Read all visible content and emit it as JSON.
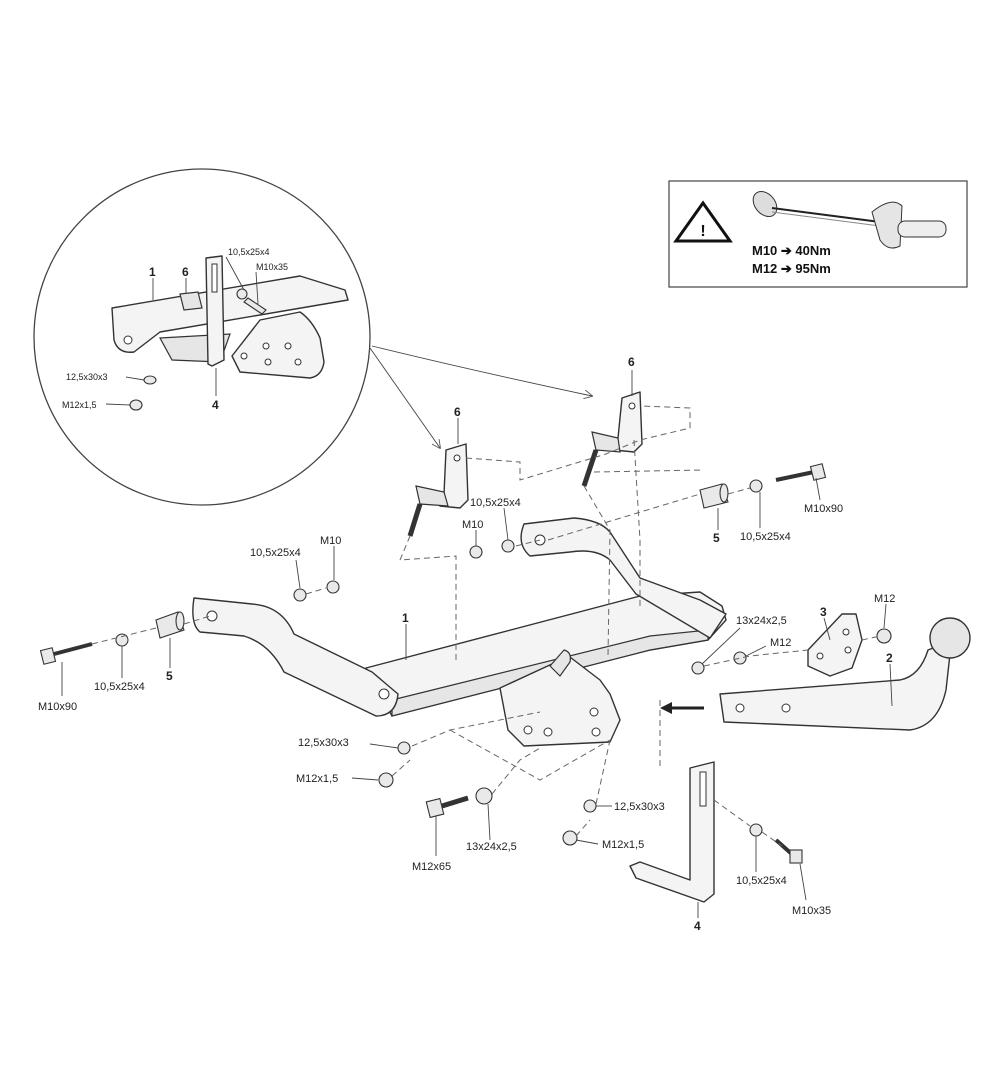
{
  "warning_box": {
    "icon": "warning-triangle-icon",
    "symbol": "!",
    "tool_icon": "torque-wrench-icon",
    "lines": [
      "M10 ➔ 40Nm",
      "M12 ➔ 95Nm"
    ]
  },
  "detail_view": {
    "labels": {
      "part1": "1",
      "part6": "6",
      "washer": "10,5x25x4",
      "bolt": "M10x35",
      "washer2": "12,5x30x3",
      "nut": "M12x1,5",
      "part4": "4"
    }
  },
  "labels": {
    "p6a": "6",
    "p6b": "6",
    "washer_a": "10,5x25x4",
    "nut_a": "M10",
    "washer_b": "10,5x25x4",
    "nut_b": "M10",
    "p1": "1",
    "bolt_l": "M10x90",
    "washer_l": "10,5x25x4",
    "p5_l": "5",
    "p5_r": "5",
    "washer_r": "10,5x25x4",
    "bolt_r": "M10x90",
    "washer_13": "13x24x2,5",
    "nut_m12": "M12",
    "p3": "3",
    "nut_m12b": "M12",
    "p2": "2",
    "washer_12a": "12,5x30x3",
    "nut_12a": "M12x1,5",
    "bolt_65": "M12x65",
    "washer_13b": "13x24x2,5",
    "washer_12b": "12,5x30x3",
    "nut_12b": "M12x1,5",
    "p4": "4",
    "washer_c": "10,5x25x4",
    "bolt_35": "M10x35"
  }
}
